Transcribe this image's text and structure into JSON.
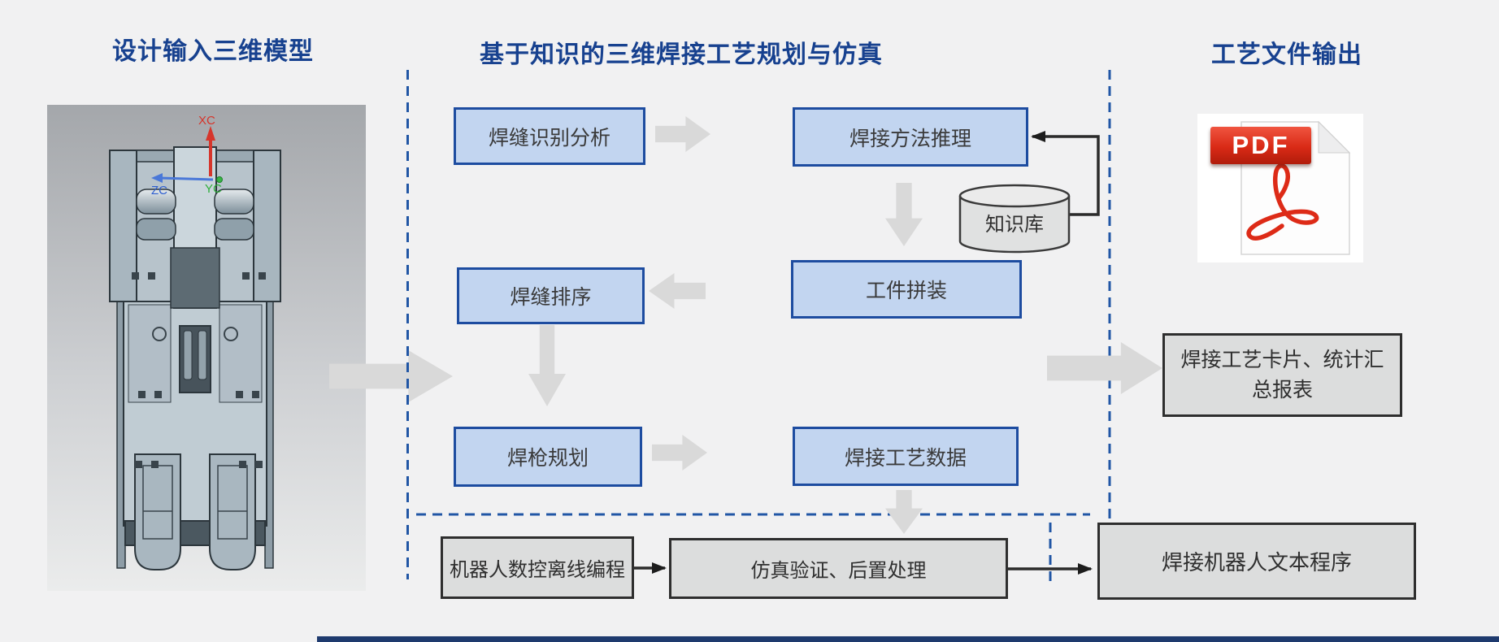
{
  "titles": {
    "design_input": "设计输入三维模型",
    "planning": "基于知识的三维焊接工艺规划与仿真",
    "output": "工艺文件输出"
  },
  "model": {
    "axis_x": "XC",
    "axis_y": "YC",
    "axis_z": "ZC"
  },
  "process": {
    "seam_recognition": "焊缝识别分析",
    "method_reasoning": "焊接方法推理",
    "seam_sequencing": "焊缝排序",
    "workpiece_assembly": "工件拼装",
    "torch_planning": "焊枪规划",
    "process_data": "焊接工艺数据",
    "knowledge_base": "知识库"
  },
  "offline": {
    "nc_programming": "机器人数控离线编程",
    "simulation": "仿真验证、后置处理"
  },
  "outputs": {
    "pdf_label": "PDF",
    "process_cards": "焊接工艺卡片、统计汇总报表",
    "robot_program": "焊接机器人文本程序"
  },
  "colors": {
    "bg": "#f1f1f2",
    "title_color": "#17418f",
    "blue_fill": "#c2d5f0",
    "blue_border": "#1d4ca0",
    "box_text": "#3a3a3a",
    "gray_fill": "#dcdddd",
    "gray_border": "#2e2e2e",
    "dash_blue": "#2156a5",
    "arrow_gray": "#d9d9d9",
    "pdf_red": "#d92a16",
    "bottom_bar": "#1e3a6e"
  }
}
